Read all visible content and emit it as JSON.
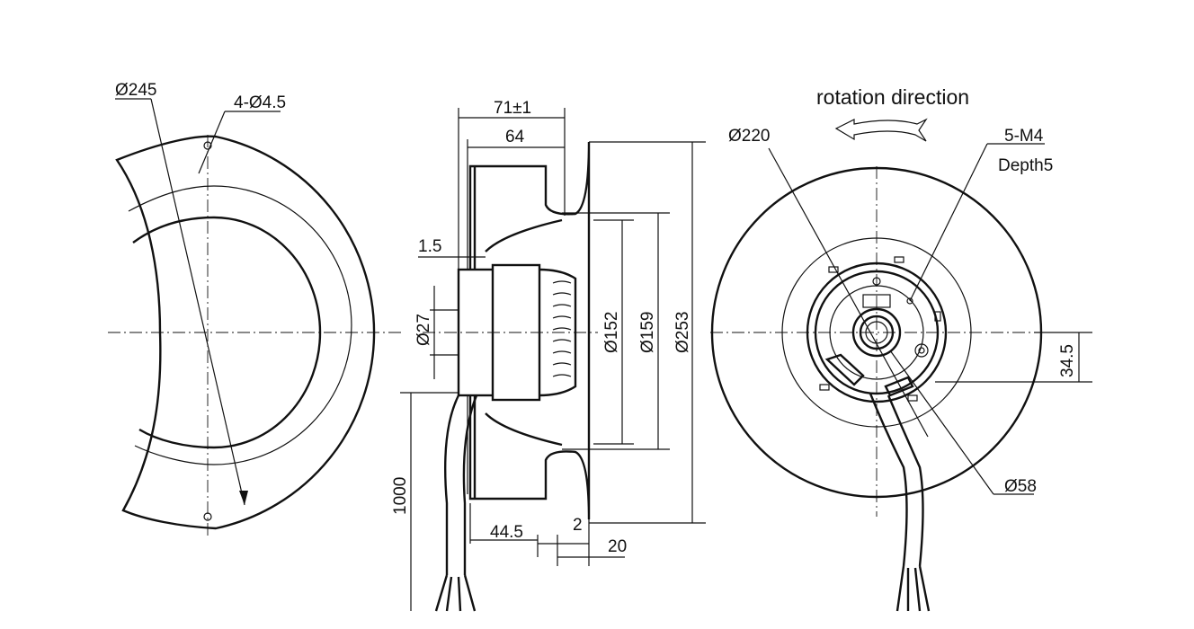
{
  "labels": {
    "left_diameter": "Ø245",
    "holes": "4-Ø4.5",
    "width_total": "71±1",
    "width_body": "64",
    "offset_small": "1.5",
    "shaft_diameter": "Ø27",
    "inner_diameter_1": "Ø152",
    "inner_diameter_2": "Ø159",
    "outer_diameter": "Ø253",
    "cable_length": "1000",
    "depth_a": "44.5",
    "depth_b": "2",
    "depth_c": "20",
    "rotation": "rotation direction",
    "front_diameter": "Ø220",
    "threads": "5-M4",
    "thread_depth": "Depth5",
    "hub_offset": "34.5",
    "hub_diameter": "Ø58"
  }
}
